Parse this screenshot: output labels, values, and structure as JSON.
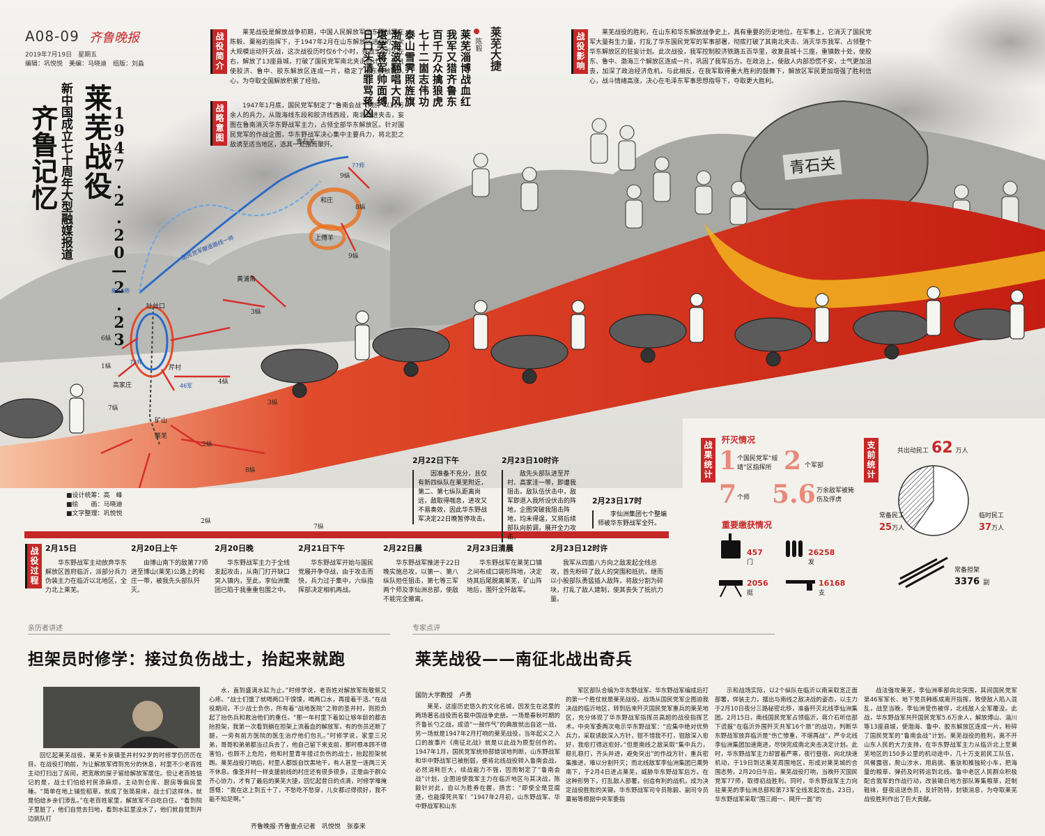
{
  "header": {
    "page_no": "A08-09",
    "paper": "齐鲁晚报",
    "date": "2019年7月19日　星期五",
    "editors": "编辑：巩悦悦　美编：马晓迪　组版：刘淼"
  },
  "title": {
    "main": "莱芜战役",
    "dates": "1947.2.20—2.23",
    "series": "新中国成立七十周年大型融媒报道",
    "calligraphy": "齐鲁记忆"
  },
  "sections": {
    "intro": {
      "label": "战役简介",
      "text": "莱芜战役是解放战争初期，中国人民解放军华东野战军在陈毅、粟裕的指挥下，于1947年2月在山东解放区进行的一次大规模运动歼灭战，这次战役历时仅6个小时，歼敌5.6万人左右，解放了13座县城，打破了国民党军南北夹击的计划，而且使胶济、鲁中、胶东解放区连成一片，稳定了山东解放区人心，为夺取全国解放积累了经验。"
    },
    "strategy": {
      "label": "战略意图",
      "text": "1947年1月底，国民党军制定了“鲁南会战”计划，以31万余人的兵力，从陇海线东段和胶济线西段，南北对进夹击，妄图在鲁南消灭华东野战军主力，占领全部华东解放区。针对国民党军的作战企图，华东野战军决心集中主要兵力，将北犯之敌诱至适当地区，选其一处围而聚歼。"
    },
    "impact": {
      "label": "战役影响",
      "text": "莱芜战役的胜利，在山东和华东解放战争史上，具有重要的历史地位。在军事上，它消灭了国民党军大量有生力量，打乱了华东国民党军的军事部署，彻底打破了其南北夹击、消灭华东我军、占领整个华东解放区的狂妄计划。此次战役，我军控制胶济铁路五百华里，收复县城十三座，重镇数十处，使胶东、鲁中、渤海三个解放区连成一片，巩固了我军后方。在政治上，使敌人内部恐慌不安，士气更加沮丧，加深了政治经济危机，与此相反，在我军取得重大胜利的鼓舞下，解放区军民更加增强了胜利信心，战斗情绪高涨，决心在毛泽东军事思想指导下，夺取更大胜利。"
    }
  },
  "poem": {
    "title": "莱芜大捷",
    "author": "陈毅",
    "lines": [
      "莱芜淄博战血红",
      "我军又猎齐鲁东",
      "百千万众擒狼虎",
      "七十二崮志伟功",
      "泰山雪霁照旌旗",
      "渤海波翻唱大风",
      "堪笑蒋军帅面缚",
      "日口头请罪骂蒋凶"
    ]
  },
  "stone_text": "青石关",
  "map": {
    "places": [
      "青石关",
      "和庄",
      "上傅羊",
      "黄浦角",
      "吐丝口",
      "高家庄",
      "芹村",
      "矿山",
      "莱芜"
    ],
    "units": [
      "9纵",
      "8纵",
      "9纵",
      "6纵",
      "1纵",
      "7纵",
      "4纵",
      "2纵",
      "7纵",
      "8纵",
      "3纵",
      "2纵",
      "3纵"
    ],
    "divisions": [
      "77师",
      "新36师",
      "73师",
      "46军"
    ],
    "route_label": "国民党军撤退路线一师"
  },
  "credits": {
    "design": "■设计统筹：高　峰",
    "art": "■绘　　画：马晓迪",
    "text": "■文字整理：巩悦悦"
  },
  "timeline": {
    "label": "战役过程",
    "bottom": [
      {
        "time": "2月15日",
        "desc": "华东野战军主动放弃华东解放区首府临沂，派部分兵力伪装主力在临沂以北地区，全力北上莱芜。"
      },
      {
        "time": "2月20日上午",
        "desc": "由博山南下的敌第77师进至博山(莱芜)公路上的和庄一带，被我先头部队歼灭。"
      },
      {
        "time": "2月20日晚",
        "desc": "华东野战军主力于全线发起攻击，从南门打开缺口突入镇内，至此，李仙洲集团已陷于我重重包围之中。"
      },
      {
        "time": "2月21日下午",
        "desc": "华东野战军开始与国民党展开争夺战，由于攻击而快，兵力过于集中，六纵指挥部决定相机再战。"
      },
      {
        "time": "2月22日晨",
        "desc": "华东野战军推进于22日晚实施总攻，以第一、第八纵队担任狙击，第七等三军两个师及李仙洲总部，使敌不能完全撤离。"
      },
      {
        "time": "2月23日清晨",
        "desc": "华东野战军在莱芜口镇之间布成口袋形阵地，决定待其后尾脱离莱芜，矿山阵地后，围歼全歼敌军。"
      },
      {
        "time": "2月23日12时许",
        "desc": "我军从四面八方向之敌发起全线总攻，首先粉碎了敌人的突围和抵抗，继而以小股部队勇猛插入敌阵，将敌分割为碎块，打乱了敌人建制，使其丧失了抵抗力量。"
      }
    ],
    "top": [
      {
        "time": "2月22日下午",
        "desc": "因准备不充分，且仅有新四纵队在莱芜附近，第二、第七纵队距离尚远，敌取得喘息，进攻又不易奏效，因此华东野战军决定22日晚暂停攻击。"
      },
      {
        "time": "2月23日10时许",
        "desc": "敌先头部队进至芹村、高家洼一带，即遭我阻击。敌队伍伏击中，敌军即退入我所设伏击的阵地，企图突破我阻击阵地，均未得逞，又将后续部队向前调，展开全力攻击。"
      },
      {
        "time": "2月23日17时",
        "desc": "李仙洲集团七个整编师被华东野战军全歼。"
      }
    ]
  },
  "stats": {
    "label": "战果统计",
    "annihilation_title": "歼灭情况",
    "hq_num": "1",
    "hq_unit": "个国民党军“绥靖”区指挥所",
    "army_num": "2",
    "army_unit": "个军部",
    "div_num": "7",
    "div_unit": "个师",
    "enemy_num": "5.6",
    "enemy_unit": "万余敌军被毙伤及俘虏",
    "seized_title": "重要缴获情况",
    "seized": [
      {
        "num": "457",
        "unit": "门"
      },
      {
        "num": "26258",
        "unit": "发"
      },
      {
        "num": "2056",
        "unit": "挺"
      },
      {
        "num": "16168",
        "unit": "支"
      }
    ]
  },
  "support": {
    "label": "支前统计",
    "total_label": "共出动民工",
    "total_num": "62",
    "total_unit": "万人",
    "regular_label": "常备民工",
    "regular_num": "25",
    "regular_unit": "万人",
    "temp_label": "临时民工",
    "temp_num": "37",
    "temp_unit": "万人",
    "stretcher_label": "常备担架",
    "stretcher_num": "3376",
    "stretcher_unit": "副",
    "regular_share": 0.403
  },
  "articles": {
    "left": {
      "kicker": "亲历者讲述",
      "headline": "担架员时修学：接过负伤战士，抬起来就跑",
      "col1": "回忆起莱芜战役，莱芜卡泉镇圣井村92岁的时修学仍历历在目。在战役打响前，为让解放军得到充分的休息，村里不少老百姓主动打扫出了房间，把宽敞的屋子留给解放军居住。但让老百姓惦记的是，战士们怕给村民添麻烦，主动到仓库、厨房等偏房里睡。“简单在地上铺些稻草，就成了张简易床，战士们这样休，就是怕给乡亲们添乱。”在老百姓家里，解放军不白吃白住。“看到院子里脏了，他们自觉去扫地，看到水缸里没水了，他们就自觉到井边挑队打",
      "col2": "水，直到盛满水缸为止。”时修学说，老百姓对解放军既敬佩又心疼。“战士们饿了就喝两口干馍馍，喝两口水，再接着干活。”在战役期间，不少战士负伤，所有着“战地医院”之称的圣井村，则担负起了抬伤兵和救治他们的重任。“那一年村里下着如让够年龄的都去抬担架，我第一次看到躺在担架上流着血的解放军，有的伤员还断了腿，一旁有前方医院的医生治疗他们包扎。”时修学说，家里三兄弟，哥哥和弟弟都当过兵去了，他自己留下来支前，那时根本顾不得害怕，也顾不上危险，他和村里青年接过负伤的战士，抬起担架就跑。莱芜战役打响后，村里人都饭自饮黑地干，有人甚至一连两三天不休息。像圣井村一样支援前线的村庄还有很多很多，正是由于群众齐心协力，才有了最后的莱芜大捷，回忆起昔日的点滴，时修学难掩感慨：“我在这上到五十了，不愁吃不愁穿，儿女都过得很好，我不能不知足啊。”",
      "byline": "齐鲁晚报·齐鲁壹点记者　巩悦悦　张泰来"
    },
    "right": {
      "kicker": "专家点评",
      "headline": "莱芜战役——南征北战出奇兵",
      "author": "国防大学教授　卢勇",
      "col1": "莱芜，这座历史悠久的文化名城，因发生在这里的两场著名战役而名载中国战争史册。一场是春秋时期的齐鲁长勺之战，成语“一鼓作气”的典故就出自这一战，另一场就是1947年2月打响的莱芜战役，当年起义之入口的故事片《南征北战》就是以此战为原型创作的。1947年1月，国民党军统帅部错误地判断，山东野战军和华中野战军已被削弱，便将北线战役转入鲁南会战，必然消耗巨大，续战能力不强，因而制定了“鲁南会战”计划，企图迫使我军主力在临沂地区与其决战，陈毅针对此，自以为胜券在握，扬言：“即使全是豆腐渣，也能撑死共军！”1947年2月初，山东野战军、华中野战军和山东",
      "col2": "军区部队合编为华东野战军。华东野战军编成后打的第一个胜仗就是莱芜战役。战场从国民党军企图迫我决战的临沂地区，转到后来歼灭国民党军重兵的莱芜地区，充分体现了华东野战军指挥员高超的战役指挥艺术。中央军委两次电示华东野战军：“应集中绝对优势兵力，采取诱敌深入方针，钳不惜我不打，钳敌深入愈好，我愈打得远愈好。”但是南线之敌采取“集中兵力，稳扎稳打，齐头并进，避免突出”的作战方针，重兵密集推进，难以分割歼灭；而北线敌军李仙洲集团已乘势南下，于2月4日进占莱芜，威胁华东野战军后方。在这种形势下，打乱敌人部署，创造有利的战机，成为决定战役胜败的关键。华东野战军司令员陈毅、副司令员粟裕等根据中央军委指",
      "col3": "示和战场实际，以2个纵队在临沂以南采取宽正面部署，佯装主力，摆出与南线之敌决战的姿态，以主力于2月10日夜分三路秘密北移，准备歼灭北线李仙洲集团。2月15日，南线国民党军占领临沂，蒋介石听信部下谎报“在临沂外围歼灭共军16个旅”的战功，判断华东野战军放弃临沂是“伤亡惨重，不堪再战”，严令北线李仙洲集团加速南进，尽快完成南北夹击决定计划。此时，华东野战军主力却冒着严寒，夜行昼宿，向北快速机动，于19日到达莱芜周围地区，形成对莱芜城的合围态势。2月20日午后，莱芜战役打响，当晚歼灭国民党军77师，取得初战胜利。同时，华东野战军主力向驻莱芜的李仙洲总部和第73军全线发起攻击。23日，华东野战军采取“围三阙一、网开一面”的",
      "col4": "战法强攻莱芜，李仙洲率部向北突围，其间国民党军第46军军长、地下党员韩练成离开指挥，致使敌人陷入混乱，战至当晚，李仙洲受伤被俘，北线敌人全军覆没。此战，华东野战军共歼国民党军5.6万余人，解放博山、淄川等13座县城，使渤海、鲁中、胶东解放区连成一片，粉碎了国民党军的“鲁南会战”计划。莱芜战役的胜利，离不开山东人民的大力支持，在华东野战军主力从临沂北上至莱芜地区的150多公里的机动途中，几十万支前民工队伍，风餐露宿，爬山涉水，用肩挑、畜驮和推独轮小车，把海量的粮草、弹药及时转运到北线。鲁中老区人民群众积极配合我军的作战行动，改装锄日地方部队筹集粮草，赶制鞋袜，昼夜运送伤员，反奸防特，封锁消息，为夺取莱芜战役胜利作出了巨大贡献。"
    }
  }
}
